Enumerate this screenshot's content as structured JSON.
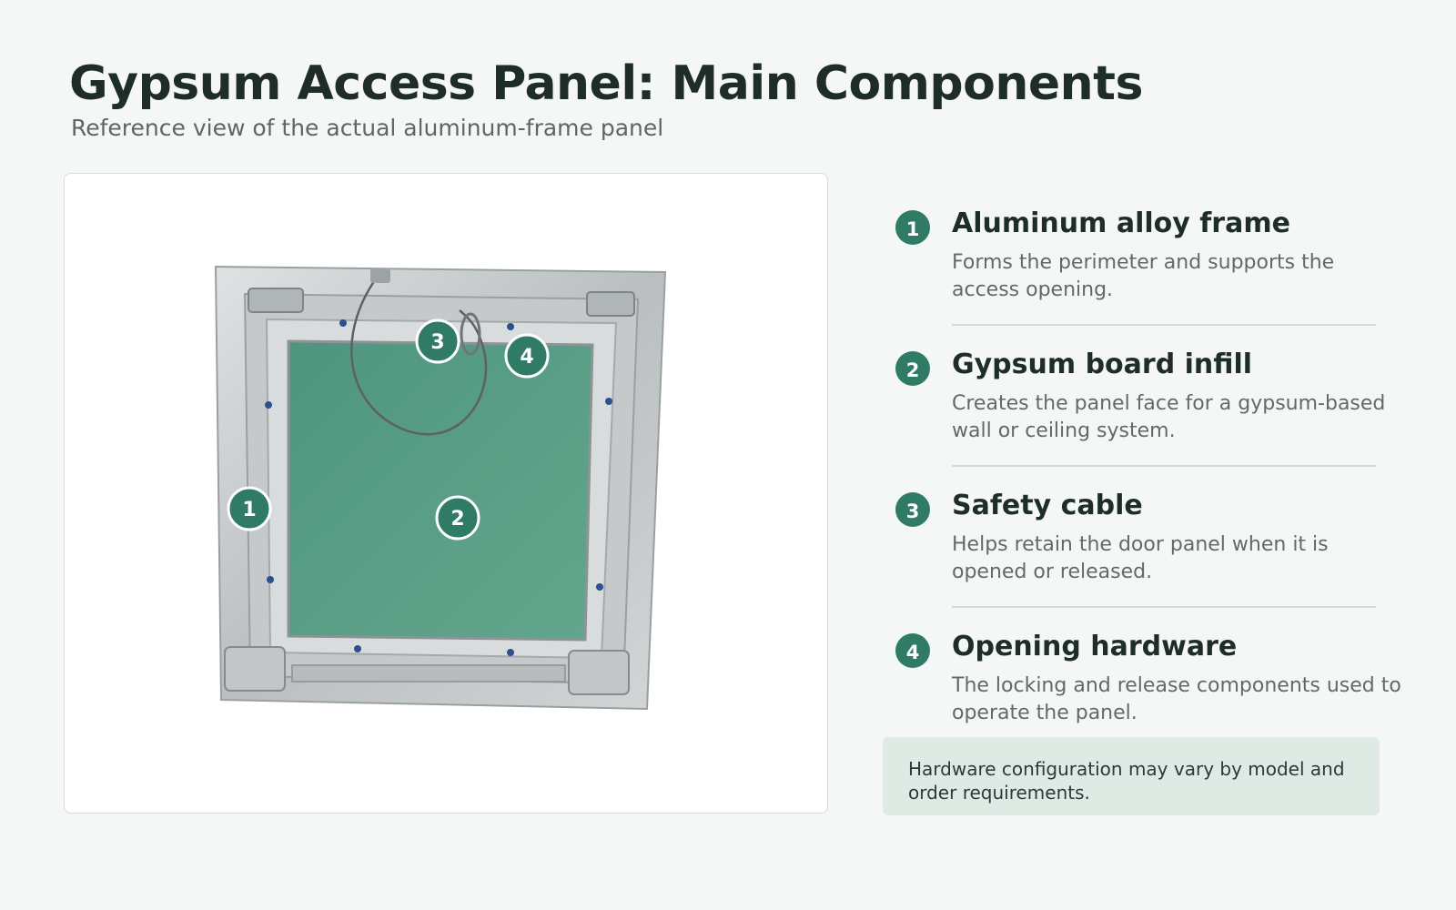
{
  "header": {
    "title": "Gypsum Access Panel: Main Components",
    "subtitle": "Reference view of the actual aluminum-frame panel"
  },
  "colors": {
    "accent": "#2f7b66",
    "board": "#5a9e86",
    "frame": "#c8cccd",
    "note_bg": "#deebe5"
  },
  "callouts": [
    {
      "number": "1",
      "target": "aluminum-frame"
    },
    {
      "number": "2",
      "target": "gypsum-board"
    },
    {
      "number": "3",
      "target": "safety-cable"
    },
    {
      "number": "4",
      "target": "opening-hardware"
    }
  ],
  "components": [
    {
      "number": "1",
      "title": "Aluminum alloy frame",
      "description": "Forms the perimeter and supports the access opening."
    },
    {
      "number": "2",
      "title": "Gypsum board infill",
      "description": "Creates the panel face for a gypsum-based wall or ceiling system."
    },
    {
      "number": "3",
      "title": "Safety cable",
      "description": "Helps retain the door panel when it is opened or released."
    },
    {
      "number": "4",
      "title": "Opening hardware",
      "description": "The locking and release components used to operate the panel."
    }
  ],
  "note": {
    "text": "Hardware configuration may vary by model and order requirements."
  }
}
